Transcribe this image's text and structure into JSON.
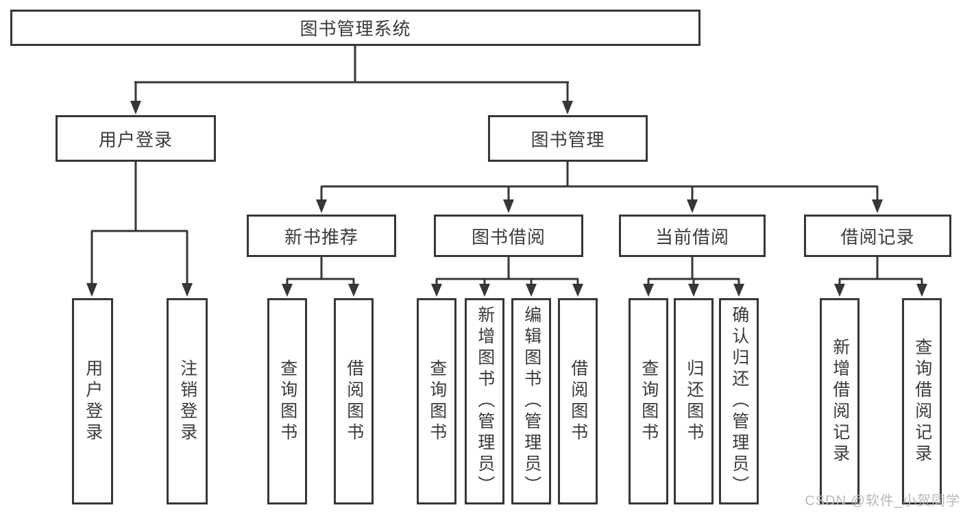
{
  "diagram_title": "图书管理系统",
  "colors": {
    "background": "#ffffff",
    "box_border": "#363636",
    "line": "#363636",
    "text": "#3a3a3a",
    "watermark": "#b9b9b9"
  },
  "watermark": {
    "text": "CSDN @软件_小贺同学"
  },
  "tree": {
    "root": {
      "label": "图书管理系统"
    },
    "branches": [
      {
        "label": "用户登录",
        "children": [
          {
            "label": "用户登录"
          },
          {
            "label": "注销登录"
          }
        ]
      },
      {
        "label": "图书管理",
        "children": [
          {
            "label": "新书推荐",
            "children": [
              {
                "label": "查询图书"
              },
              {
                "label": "借阅图书"
              }
            ]
          },
          {
            "label": "图书借阅",
            "children": [
              {
                "label": "查询图书"
              },
              {
                "label": "新增图书（管理员）"
              },
              {
                "label": "编辑图书（管理员）"
              },
              {
                "label": "借阅图书"
              }
            ]
          },
          {
            "label": "当前借阅",
            "children": [
              {
                "label": "查询图书"
              },
              {
                "label": "归还图书"
              },
              {
                "label": "确认归还（管理员）"
              }
            ]
          },
          {
            "label": "借阅记录",
            "children": [
              {
                "label": "新增借阅记录"
              },
              {
                "label": "查询借阅记录"
              }
            ]
          }
        ]
      }
    ]
  }
}
